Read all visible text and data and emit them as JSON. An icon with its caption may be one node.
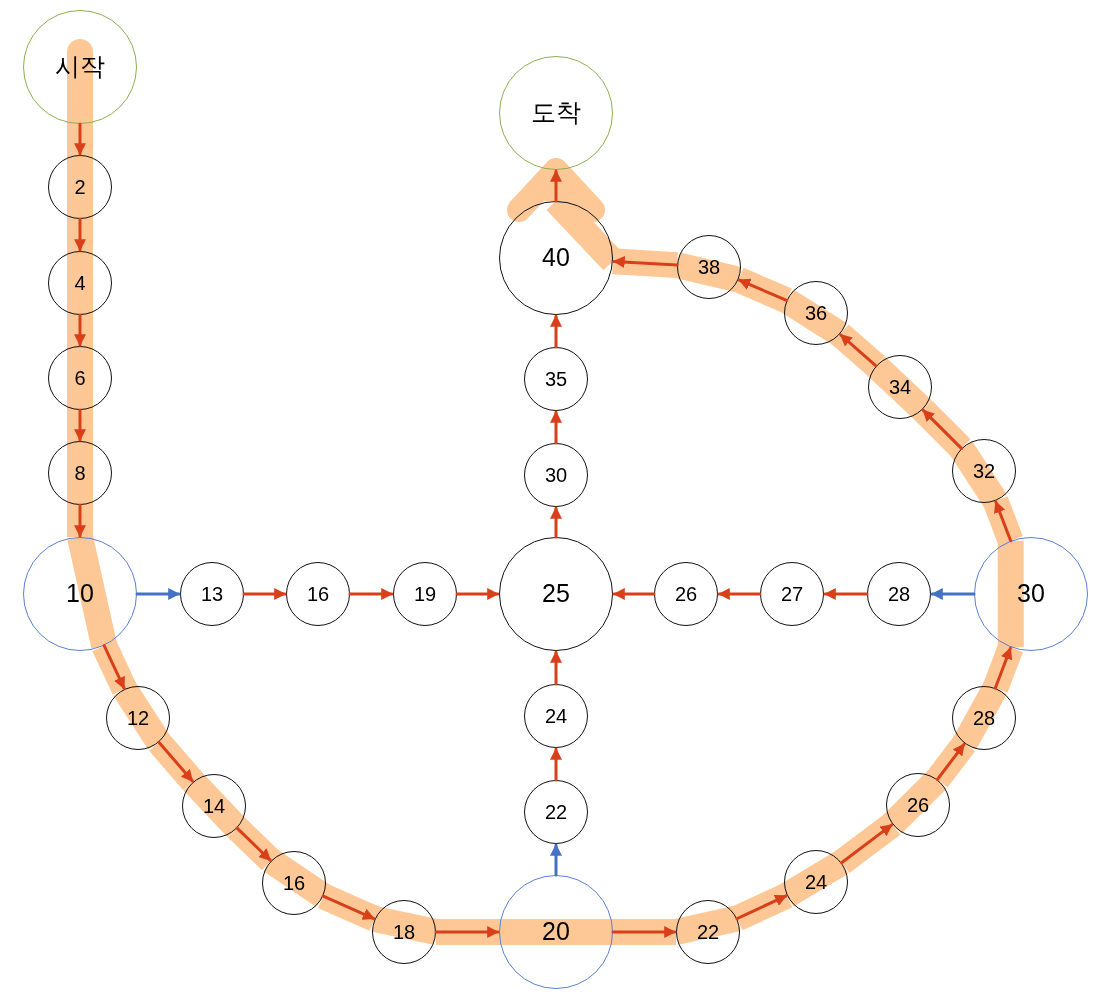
{
  "diagram": {
    "nodes": [
      {
        "text": [
          "시작"
        ]
      },
      {
        "text": [
          "2"
        ]
      },
      {
        "text": [
          "4"
        ]
      },
      {
        "text": [
          "6"
        ]
      },
      {
        "text": [
          "8"
        ]
      },
      {
        "text": [
          "10"
        ]
      },
      {
        "text": [
          "13"
        ]
      },
      {
        "text": [
          "16"
        ]
      },
      {
        "text": [
          "19"
        ]
      },
      {
        "text": [
          "25"
        ]
      },
      {
        "text": [
          "26"
        ]
      },
      {
        "text": [
          "27"
        ]
      },
      {
        "text": [
          "28"
        ]
      },
      {
        "text": [
          "30"
        ]
      },
      {
        "text": [
          "12"
        ]
      },
      {
        "text": [
          "14"
        ]
      },
      {
        "text": [
          "16"
        ]
      },
      {
        "text": [
          "18"
        ]
      },
      {
        "text": [
          "20"
        ]
      },
      {
        "text": [
          "22"
        ]
      },
      {
        "text": [
          "24"
        ]
      },
      {
        "text": [
          "26"
        ]
      },
      {
        "text": [
          "28"
        ]
      },
      {
        "text": [
          "32"
        ]
      },
      {
        "text": [
          "34"
        ]
      },
      {
        "text": [
          "36"
        ]
      },
      {
        "text": [
          "38"
        ]
      },
      {
        "text": [
          "40"
        ]
      },
      {
        "text": [
          "도착"
        ]
      },
      {
        "text": [
          "22"
        ]
      },
      {
        "text": [
          "24"
        ]
      },
      {
        "text": [
          "30"
        ]
      },
      {
        "text": [
          "35"
        ]
      }
    ],
    "edges": [
      {
        "from": 0,
        "to": 1,
        "arrow": "to"
      },
      {
        "from": 1,
        "to": 2,
        "arrow": "to"
      },
      {
        "from": 2,
        "to": 3,
        "arrow": "to"
      },
      {
        "from": 3,
        "to": 4,
        "arrow": "to"
      },
      {
        "from": 4,
        "to": 5,
        "arrow": "to"
      },
      {
        "from": 5,
        "to": 6,
        "arrow": "to",
        "color": "#4472c4"
      },
      {
        "from": 6,
        "to": 7,
        "arrow": "to"
      },
      {
        "from": 7,
        "to": 8,
        "arrow": "to"
      },
      {
        "from": 8,
        "to": 9,
        "arrow": "to"
      },
      {
        "from": 5,
        "to": 14,
        "arrow": "to"
      },
      {
        "from": 14,
        "to": 15,
        "arrow": "to"
      },
      {
        "from": 15,
        "to": 16,
        "arrow": "to"
      },
      {
        "from": 16,
        "to": 17,
        "arrow": "to"
      },
      {
        "from": 17,
        "to": 18,
        "arrow": "to"
      },
      {
        "from": 18,
        "to": 29,
        "arrow": "to",
        "color": "#4472c4"
      },
      {
        "from": 29,
        "to": 30,
        "arrow": "to"
      },
      {
        "from": 30,
        "to": 9,
        "arrow": "to"
      },
      {
        "from": 18,
        "to": 19,
        "arrow": "to"
      },
      {
        "from": 19,
        "to": 20,
        "arrow": "to"
      },
      {
        "from": 20,
        "to": 21,
        "arrow": "to"
      },
      {
        "from": 21,
        "to": 22,
        "arrow": "to"
      },
      {
        "from": 22,
        "to": 13,
        "arrow": "to"
      },
      {
        "from": 13,
        "to": 12,
        "arrow": "to",
        "color": "#4472c4"
      },
      {
        "from": 12,
        "to": 11,
        "arrow": "to"
      },
      {
        "from": 11,
        "to": 10,
        "arrow": "to"
      },
      {
        "from": 10,
        "to": 9,
        "arrow": "to"
      },
      {
        "from": 13,
        "to": 23,
        "arrow": "to"
      },
      {
        "from": 23,
        "to": 24,
        "arrow": "to"
      },
      {
        "from": 24,
        "to": 25,
        "arrow": "to"
      },
      {
        "from": 25,
        "to": 26,
        "arrow": "to"
      },
      {
        "from": 26,
        "to": 27,
        "arrow": "to"
      },
      {
        "from": 9,
        "to": 31,
        "arrow": "to"
      },
      {
        "from": 31,
        "to": 32,
        "arrow": "to"
      },
      {
        "from": 32,
        "to": 27,
        "arrow": "to"
      },
      {
        "from": 27,
        "to": 28,
        "arrow": "to"
      },
      {
        "from": 0,
        "to": 1,
        "arrow": "none",
        "style": "thick",
        "color": "#fdc896"
      },
      {
        "from": 1,
        "to": 2,
        "arrow": "none",
        "style": "thick",
        "color": "#fdc896"
      },
      {
        "from": 2,
        "to": 3,
        "arrow": "none",
        "style": "thick",
        "color": "#fdc896"
      },
      {
        "from": 3,
        "to": 4,
        "arrow": "none",
        "style": "thick",
        "color": "#fdc896"
      },
      {
        "from": 4,
        "to": 5,
        "arrow": "none",
        "style": "thick",
        "color": "#fdc896"
      },
      {
        "from": 5,
        "to": 14,
        "arrow": "none",
        "style": "thick",
        "color": "#fdc896"
      },
      {
        "from": 14,
        "to": 15,
        "arrow": "none",
        "style": "thick",
        "color": "#fdc896"
      },
      {
        "from": 15,
        "to": 16,
        "arrow": "none",
        "style": "thick",
        "color": "#fdc896"
      },
      {
        "from": 16,
        "to": 17,
        "arrow": "none",
        "style": "thick",
        "color": "#fdc896"
      },
      {
        "from": 17,
        "to": 18,
        "arrow": "none",
        "style": "thick",
        "color": "#fdc896"
      },
      {
        "from": 18,
        "to": 19,
        "arrow": "none",
        "style": "thick",
        "color": "#fdc896"
      },
      {
        "from": 19,
        "to": 20,
        "arrow": "none",
        "style": "thick",
        "color": "#fdc896"
      },
      {
        "from": 20,
        "to": 21,
        "arrow": "none",
        "style": "thick",
        "color": "#fdc896"
      },
      {
        "from": 21,
        "to": 22,
        "arrow": "none",
        "style": "thick",
        "color": "#fdc896"
      },
      {
        "from": 22,
        "to": 13,
        "arrow": "none",
        "style": "thick",
        "color": "#fdc896"
      },
      {
        "from": 13,
        "to": 23,
        "arrow": "none",
        "style": "thick",
        "color": "#fdc896"
      },
      {
        "from": 23,
        "to": 24,
        "arrow": "none",
        "style": "thick",
        "color": "#fdc896"
      },
      {
        "from": 24,
        "to": 25,
        "arrow": "none",
        "style": "thick",
        "color": "#fdc896"
      },
      {
        "from": 25,
        "to": 26,
        "arrow": "none",
        "style": "thick",
        "color": "#fdc896"
      },
      {
        "from": 26,
        "to": 27,
        "arrow": "none",
        "style": "thick",
        "color": "#fdc896"
      },
      {
        "from": 27,
        "to": 28,
        "arrow": "to",
        "style": "thick",
        "color": "#fdc896"
      }
    ]
  }
}
